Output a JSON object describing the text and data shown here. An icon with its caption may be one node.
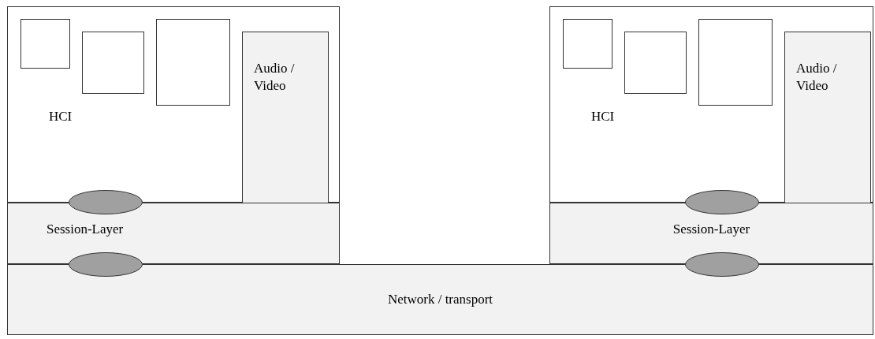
{
  "diagram": {
    "nodes": [
      {
        "text": [
          "HCI"
        ]
      },
      {
        "text": [],
        "shape": "box",
        "in": 0
      },
      {
        "text": [],
        "shape": "box",
        "in": 0
      },
      {
        "text": [],
        "shape": "box",
        "in": 0
      },
      {
        "text": [
          "Audio / Video"
        ],
        "in": 0
      },
      {
        "text": [
          "HCI"
        ]
      },
      {
        "text": [],
        "shape": "box",
        "in": 5
      },
      {
        "text": [],
        "shape": "box",
        "in": 5
      },
      {
        "text": [],
        "shape": "box",
        "in": 5
      },
      {
        "text": [
          "Audio / Video"
        ],
        "in": 5
      },
      {
        "text": [],
        "shape": "ellipse"
      },
      {
        "text": [],
        "shape": "ellipse"
      },
      {
        "text": [
          "Session-Layer"
        ]
      },
      {
        "text": [
          "Session-Layer"
        ]
      },
      {
        "text": [],
        "shape": "ellipse"
      },
      {
        "text": [],
        "shape": "ellipse"
      },
      {
        "text": [
          "Network / transport"
        ]
      }
    ]
  }
}
